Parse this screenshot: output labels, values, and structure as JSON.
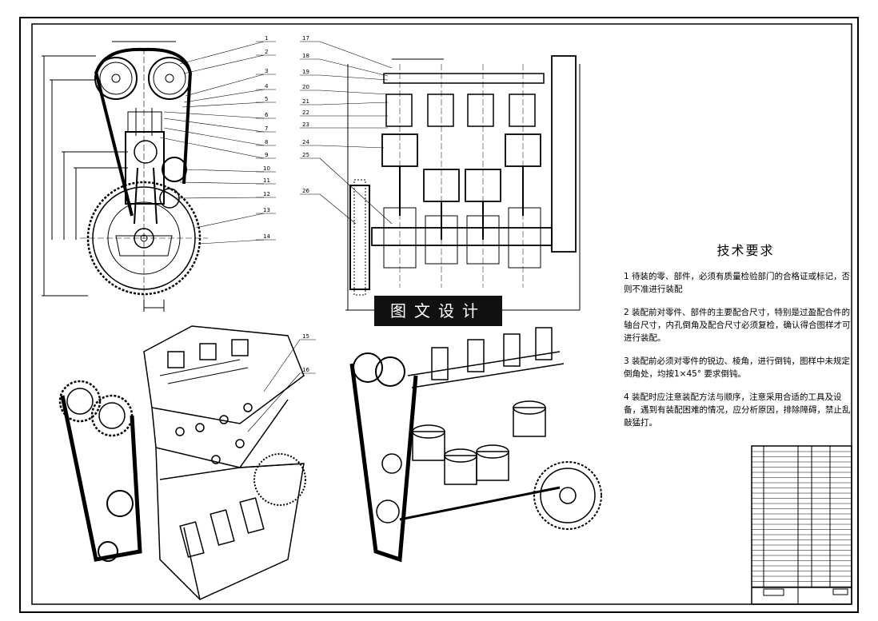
{
  "banner": "图文设计",
  "tech": {
    "title": "技术要求",
    "items": [
      "1 待装的零、部件，必须有质量检验部门的合格证或标记，否则不准进行装配",
      "2 装配前对零件、部件的主要配合尺寸，特别是过盈配合件的轴台尺寸，内孔倒角及配合尺寸必须复检，确认得合图样才可进行装配。",
      "3 装配前必须对零件的锐边、棱角，进行倒钝，图样中未规定倒角处，均按1×45° 要求倒钝。",
      "4 装配时应注意装配方法与顺序，注意采用合适的工具及设备，遇到有装配困难的情况，应分析原因，排除障碍，禁止乱敲猛打。"
    ]
  },
  "callouts_left": [
    "1",
    "2",
    "3",
    "4",
    "5",
    "6",
    "7",
    "8",
    "9",
    "10",
    "11",
    "12",
    "13",
    "14"
  ],
  "callouts_center": [
    "17",
    "18",
    "19",
    "20",
    "21",
    "22",
    "23",
    "24",
    "25",
    "26"
  ],
  "callouts_iso": [
    "15",
    "16"
  ]
}
